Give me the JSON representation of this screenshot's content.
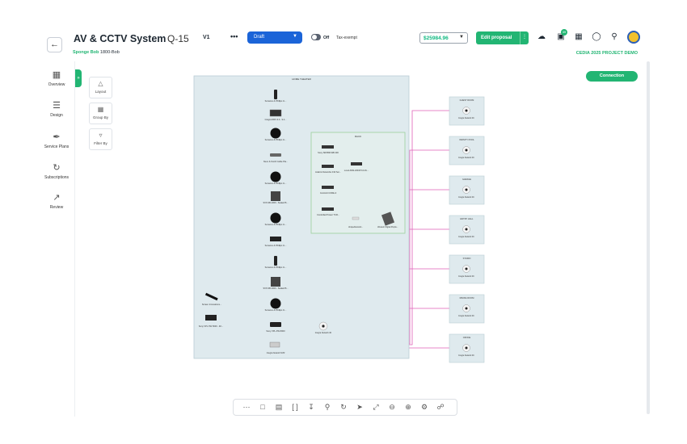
{
  "header": {
    "title": "AV & CCTV System",
    "quote_number": "Q-15",
    "version": "V1",
    "more": "•••",
    "status": "Draft",
    "tax_toggle_state": "Off",
    "tax_label": "Tax-exempt",
    "price": "$25984.96",
    "edit_button": "Edit proposal",
    "client": "Sponge Bob",
    "client_phone": "1800-Bob",
    "project_tag": "CEDIA 2025 PROJECT DEMO",
    "notification_count": "39"
  },
  "nav": {
    "items": [
      {
        "label": "Overview",
        "icon": "grid-icon"
      },
      {
        "label": "Design",
        "icon": "layers-icon"
      },
      {
        "label": "Service Plans",
        "icon": "wrench-icon"
      },
      {
        "label": "Subscriptions",
        "icon": "refresh-icon"
      },
      {
        "label": "Review",
        "icon": "chart-icon"
      }
    ]
  },
  "tools": [
    {
      "label": "Layout",
      "icon": "layout-icon"
    },
    {
      "label": "Group By",
      "icon": "group-icon"
    },
    {
      "label": "Filter By",
      "icon": "filter-icon"
    }
  ],
  "connection_button": "Connection",
  "diagram": {
    "home_theater_label": "HOME THEATER",
    "rack_label": "RACK",
    "theater_devices": [
      "Sonance & Phillips In...",
      "Integra DRX-3.4 - 9.2...",
      "Sonance & Phillips In...",
      "Nuvo & Kordz Cable Pla...",
      "Sonance & Phillips In...",
      "SVS SB-1000 - Sealed B...",
      "Sonance & Phillips In...",
      "Sonance & Phillips In...",
      "Sonance & Phillips In...",
      "SVS SB-1000 - Sealed B...",
      "Sonance & Phillips In...",
      "Sony VPL-XW-5000"
    ],
    "rack_devices": [
      "Sony SRXBR-WB 400",
      "Araknis Networks 310 Ser...",
      "Control4 CORE-3",
      "Controlled Power TCR...",
      "Luxul AMS-1816P 16-Po..."
    ],
    "rack_extras": [
      "UniqueNetwork...",
      "Western Digital Purple..."
    ],
    "screen_label": "Screen Innovations...",
    "projector_label": "Sony VPL XW 5000 - 4K...",
    "theater_camera_label": "Integra Network 4K",
    "theater_nvr_label": "Integra Network NVR",
    "rooms": [
      {
        "name": "GUEST ROOM",
        "camera": "Integra Network 4K"
      },
      {
        "name": "INFINITY POOL",
        "camera": "Integra Network 4K"
      },
      {
        "name": "GARAGE",
        "camera": "Integra Network 4K"
      },
      {
        "name": "ENTRY HALL",
        "camera": "Integra Network 4K"
      },
      {
        "name": "STUDIO",
        "camera": "Integra Network 4K"
      },
      {
        "name": "DINING ROOM",
        "camera": "Integra Network 4K"
      },
      {
        "name": "OFFICE",
        "camera": "Integra Network 4K"
      }
    ]
  },
  "colors": {
    "accent_green": "#22b573",
    "brand_blue": "#1b64d8",
    "speaker_wire": "#c0504d",
    "network_pink": "#e060b8",
    "hdmi_green": "#4caf50"
  },
  "bottom_toolbar": [
    "apps-icon",
    "folder-icon",
    "document-icon",
    "bracket-icon",
    "download-icon",
    "search-doc-icon",
    "refresh-icon",
    "select-icon",
    "fit-icon",
    "zoom-out-icon",
    "zoom-in-icon",
    "settings-icon",
    "unlock-icon"
  ]
}
